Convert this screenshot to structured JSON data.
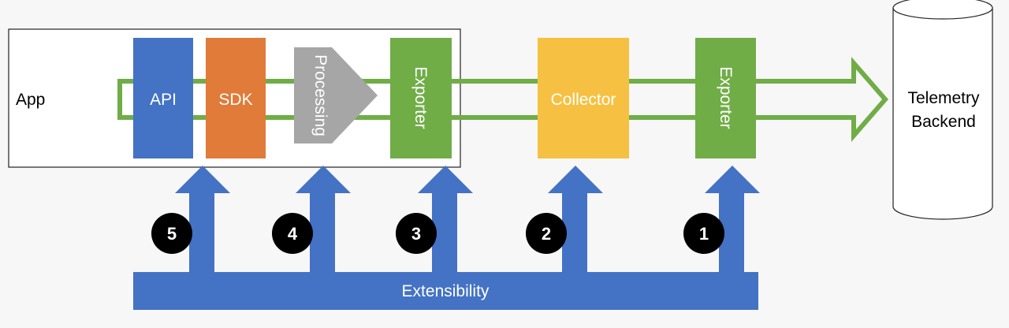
{
  "app_box": {
    "label": "App"
  },
  "components": {
    "api": {
      "label": "API",
      "color": "#4472c4"
    },
    "sdk": {
      "label": "SDK",
      "color": "#e07b39"
    },
    "processing": {
      "label": "Processing",
      "color": "#a6a6a6"
    },
    "exporter_app": {
      "label": "Exporter",
      "color": "#70ad47"
    },
    "collector": {
      "label": "Collector",
      "color": "#f6c142"
    },
    "exporter_collector": {
      "label": "Exporter",
      "color": "#70ad47"
    }
  },
  "backend": {
    "line1": "Telemetry",
    "line2": "Backend"
  },
  "extensibility": {
    "label": "Extensibility",
    "color": "#4472c4"
  },
  "markers": [
    "5",
    "4",
    "3",
    "2",
    "1"
  ],
  "colors": {
    "pipeline": "#70ad47",
    "extension": "#4472c4",
    "marker_fill": "#000000"
  }
}
